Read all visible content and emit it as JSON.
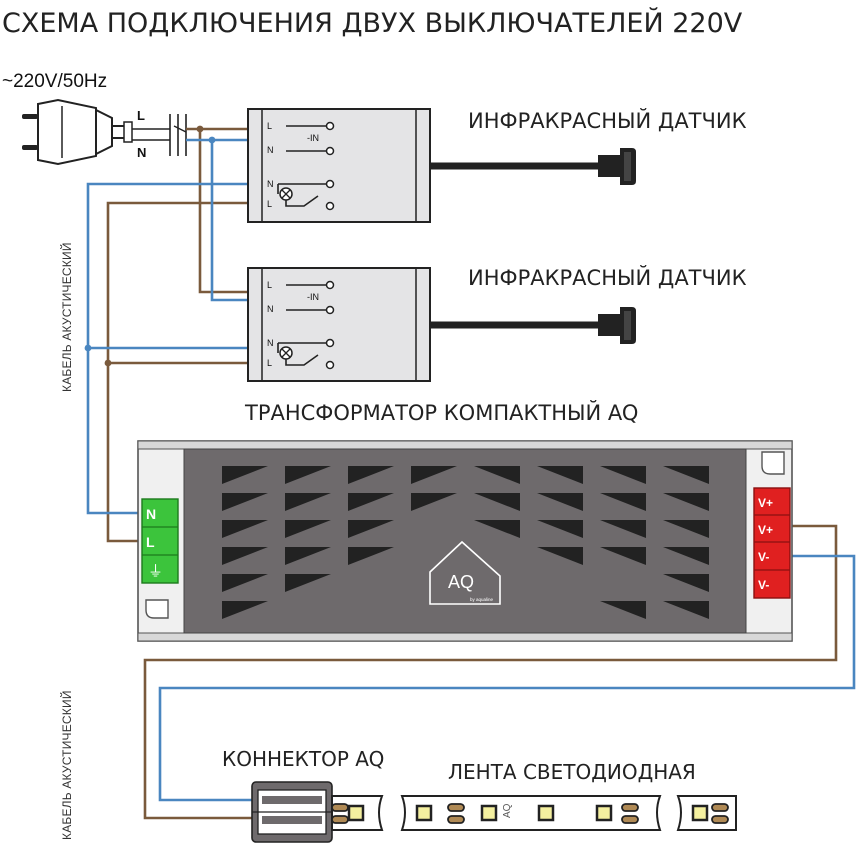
{
  "title": "СХЕМА ПОДКЛЮЧЕНИЯ ДВУХ ВЫКЛЮЧАТЕЛЕЙ 220V",
  "power": {
    "label": "~220V/50Hz",
    "l": "L",
    "n": "N"
  },
  "sensors": [
    {
      "label": "ИНФРАКРАСНЫЙ ДАТЧИК",
      "terminals": [
        "L",
        "N",
        "N",
        "L"
      ],
      "in_label": "-IN"
    },
    {
      "label": "ИНФРАКРАСНЫЙ ДАТЧИК",
      "terminals": [
        "L",
        "N",
        "N",
        "L"
      ],
      "in_label": "-IN"
    }
  ],
  "cable_label": "КАБЕЛЬ АКУСТИЧЕСКИЙ",
  "transformer": {
    "label": "ТРАНСФОРМАТОР КОМПАКТНЫЙ AQ",
    "input_terminals": [
      "N",
      "L",
      "⏚"
    ],
    "output_terminals": [
      "V+",
      "V+",
      "V-",
      "V-"
    ],
    "logo": "AQ",
    "logo_sub": "by aqualine"
  },
  "connector": {
    "label": "КОННЕКТОР AQ"
  },
  "strip": {
    "label": "ЛЕНТА СВЕТОДИОДНАЯ",
    "logo": "AQ"
  },
  "colors": {
    "neutral_wire": "#4a86c0",
    "live_wire": "#7a5a3c",
    "input_block": "#3cc43c",
    "output_block": "#e02020",
    "transformer_body": "#6e6a6c",
    "sensor_box": "#e4e4e6"
  }
}
